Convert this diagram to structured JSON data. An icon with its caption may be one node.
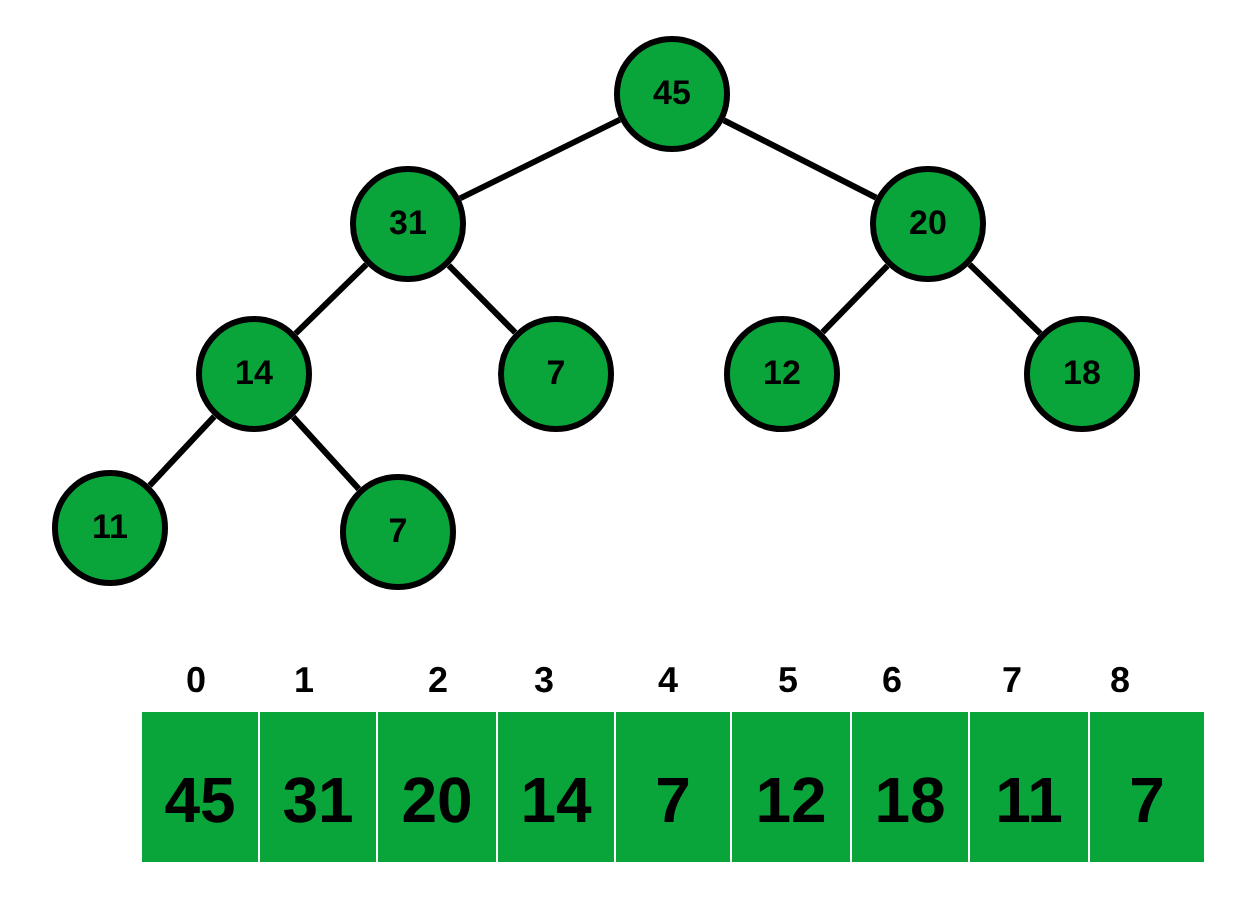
{
  "diagram": {
    "nodes": [
      {
        "text": [
          "45"
        ]
      },
      {
        "text": [
          "31"
        ]
      },
      {
        "text": [
          "20"
        ]
      },
      {
        "text": [
          "14"
        ]
      },
      {
        "text": [
          "7"
        ]
      },
      {
        "text": [
          "12"
        ]
      },
      {
        "text": [
          "18"
        ]
      },
      {
        "text": [
          "11"
        ]
      },
      {
        "text": [
          "7"
        ]
      },
      {
        "text": [
          "45"
        ]
      },
      {
        "text": [
          "31"
        ]
      },
      {
        "text": [
          "20"
        ]
      },
      {
        "text": [
          "14"
        ]
      },
      {
        "text": [
          "7"
        ]
      },
      {
        "text": [
          "12"
        ]
      },
      {
        "text": [
          "18"
        ]
      },
      {
        "text": [
          "11"
        ]
      },
      {
        "text": [
          "7"
        ]
      }
    ],
    "edges": [
      {
        "from": 0,
        "to": 1,
        "arrow": "none"
      },
      {
        "from": 0,
        "to": 2,
        "arrow": "none"
      },
      {
        "from": 1,
        "to": 3,
        "arrow": "none"
      },
      {
        "from": 1,
        "to": 4,
        "arrow": "none"
      },
      {
        "from": 2,
        "to": 5,
        "arrow": "none"
      },
      {
        "from": 2,
        "to": 6,
        "arrow": "none"
      },
      {
        "from": 3,
        "to": 7,
        "arrow": "none"
      },
      {
        "from": 3,
        "to": 8,
        "arrow": "none"
      }
    ],
    "labels": [
      "0",
      "1",
      "2",
      "3",
      "4",
      "5",
      "6",
      "7",
      "8"
    ]
  }
}
